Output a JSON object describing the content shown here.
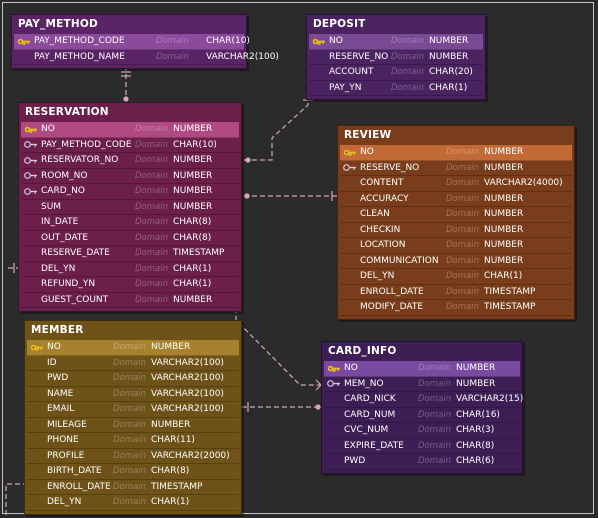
{
  "colors": {
    "background": "#2b2b2b",
    "link": "#d9a5b8",
    "pay_method": "#5a2366",
    "deposit": "#4a2360",
    "reservation": "#6b1f4a",
    "review": "#7a3d1b",
    "member": "#6e5218",
    "card_info": "#3d1f56"
  },
  "entities": {
    "pay_method": {
      "title": "PAY_METHOD",
      "rows": [
        {
          "key": "pk",
          "name": "PAY_METHOD_CODE",
          "domain": "Domain",
          "type": "CHAR(10)"
        },
        {
          "key": "",
          "name": "PAY_METHOD_NAME",
          "domain": "Domain",
          "type": "VARCHAR2(100)"
        }
      ]
    },
    "deposit": {
      "title": "DEPOSIT",
      "rows": [
        {
          "key": "pk",
          "name": "NO",
          "domain": "Domain",
          "type": "NUMBER"
        },
        {
          "key": "",
          "name": "RESERVE_NO",
          "domain": "Domain",
          "type": "NUMBER"
        },
        {
          "key": "",
          "name": "ACCOUNT",
          "domain": "Domain",
          "type": "CHAR(20)"
        },
        {
          "key": "",
          "name": "PAY_YN",
          "domain": "Domain",
          "type": "CHAR(1)"
        }
      ]
    },
    "reservation": {
      "title": "RESERVATION",
      "rows": [
        {
          "key": "pk",
          "name": "NO",
          "domain": "Domain",
          "type": "NUMBER"
        },
        {
          "key": "fk",
          "name": "PAY_METHOD_CODE",
          "domain": "Domain",
          "type": "CHAR(10)"
        },
        {
          "key": "fk",
          "name": "RESERVATOR_NO",
          "domain": "Domain",
          "type": "NUMBER"
        },
        {
          "key": "fk",
          "name": "ROOM_NO",
          "domain": "Domain",
          "type": "NUMBER"
        },
        {
          "key": "fk",
          "name": "CARD_NO",
          "domain": "Domain",
          "type": "NUMBER"
        },
        {
          "key": "",
          "name": "SUM",
          "domain": "Domain",
          "type": "NUMBER"
        },
        {
          "key": "",
          "name": "IN_DATE",
          "domain": "Domain",
          "type": "CHAR(8)"
        },
        {
          "key": "",
          "name": "OUT_DATE",
          "domain": "Domain",
          "type": "CHAR(8)"
        },
        {
          "key": "",
          "name": "RESERVE_DATE",
          "domain": "Domain",
          "type": "TIMESTAMP"
        },
        {
          "key": "",
          "name": "DEL_YN",
          "domain": "Domain",
          "type": "CHAR(1)"
        },
        {
          "key": "",
          "name": "REFUND_YN",
          "domain": "Domain",
          "type": "CHAR(1)"
        },
        {
          "key": "",
          "name": "GUEST_COUNT",
          "domain": "Domain",
          "type": "NUMBER"
        }
      ]
    },
    "review": {
      "title": "REVIEW",
      "rows": [
        {
          "key": "pk",
          "name": "NO",
          "domain": "Domain",
          "type": "NUMBER"
        },
        {
          "key": "fk",
          "name": "RESERVE_NO",
          "domain": "Domain",
          "type": "NUMBER"
        },
        {
          "key": "",
          "name": "CONTENT",
          "domain": "Domain",
          "type": "VARCHAR2(4000)"
        },
        {
          "key": "",
          "name": "ACCURACY",
          "domain": "Domain",
          "type": "NUMBER"
        },
        {
          "key": "",
          "name": "CLEAN",
          "domain": "Domain",
          "type": "NUMBER"
        },
        {
          "key": "",
          "name": "CHECKIN",
          "domain": "Domain",
          "type": "NUMBER"
        },
        {
          "key": "",
          "name": "LOCATION",
          "domain": "Domain",
          "type": "NUMBER"
        },
        {
          "key": "",
          "name": "COMMUNICATION",
          "domain": "Domain",
          "type": "NUMBER"
        },
        {
          "key": "",
          "name": "DEL_YN",
          "domain": "Domain",
          "type": "CHAR(1)"
        },
        {
          "key": "",
          "name": "ENROLL_DATE",
          "domain": "Domain",
          "type": "TIMESTAMP"
        },
        {
          "key": "",
          "name": "MODIFY_DATE",
          "domain": "Domain",
          "type": "TIMESTAMP"
        }
      ]
    },
    "member": {
      "title": "MEMBER",
      "rows": [
        {
          "key": "pk",
          "name": "NO",
          "domain": "Domain",
          "type": "NUMBER"
        },
        {
          "key": "",
          "name": "ID",
          "domain": "Domain",
          "type": "VARCHAR2(100)"
        },
        {
          "key": "",
          "name": "PWD",
          "domain": "Domain",
          "type": "VARCHAR2(100)"
        },
        {
          "key": "",
          "name": "NAME",
          "domain": "Domain",
          "type": "VARCHAR2(100)"
        },
        {
          "key": "",
          "name": "EMAIL",
          "domain": "Domain",
          "type": "VARCHAR2(100)"
        },
        {
          "key": "",
          "name": "MILEAGE",
          "domain": "Domain",
          "type": "NUMBER"
        },
        {
          "key": "",
          "name": "PHONE",
          "domain": "Domain",
          "type": "CHAR(11)"
        },
        {
          "key": "",
          "name": "PROFILE",
          "domain": "Domain",
          "type": "VARCHAR2(2000)"
        },
        {
          "key": "",
          "name": "BIRTH_DATE",
          "domain": "Domain",
          "type": "CHAR(8)"
        },
        {
          "key": "",
          "name": "ENROLL_DATE",
          "domain": "Domain",
          "type": "TIMESTAMP"
        },
        {
          "key": "",
          "name": "DEL_YN",
          "domain": "Domain",
          "type": "CHAR(1)"
        }
      ]
    },
    "card_info": {
      "title": "CARD_INFO",
      "rows": [
        {
          "key": "pk",
          "name": "NO",
          "domain": "Domain",
          "type": "NUMBER"
        },
        {
          "key": "fk",
          "name": "MEM_NO",
          "domain": "Domain",
          "type": "NUMBER"
        },
        {
          "key": "",
          "name": "CARD_NICK",
          "domain": "Domain",
          "type": "VARCHAR2(15)"
        },
        {
          "key": "",
          "name": "CARD_NUM",
          "domain": "Domain",
          "type": "CHAR(16)"
        },
        {
          "key": "",
          "name": "CVC_NUM",
          "domain": "Domain",
          "type": "CHAR(3)"
        },
        {
          "key": "",
          "name": "EXPIRE_DATE",
          "domain": "Domain",
          "type": "CHAR(8)"
        },
        {
          "key": "",
          "name": "PWD",
          "domain": "Domain",
          "type": "CHAR(6)"
        }
      ]
    }
  }
}
